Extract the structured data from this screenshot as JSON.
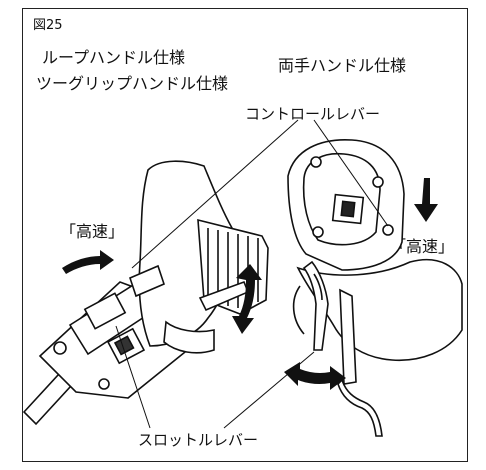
{
  "figure": {
    "number": "図25",
    "label_left_1": "ループハンドル仕様",
    "label_left_2": "ツーグリップハンドル仕様",
    "label_right": "両手ハンドル仕様",
    "control_lever": "コントロールレバー",
    "high_speed_left": "「高速」",
    "high_speed_right": "「高速」",
    "throttle_lever": "スロットルレバー"
  }
}
